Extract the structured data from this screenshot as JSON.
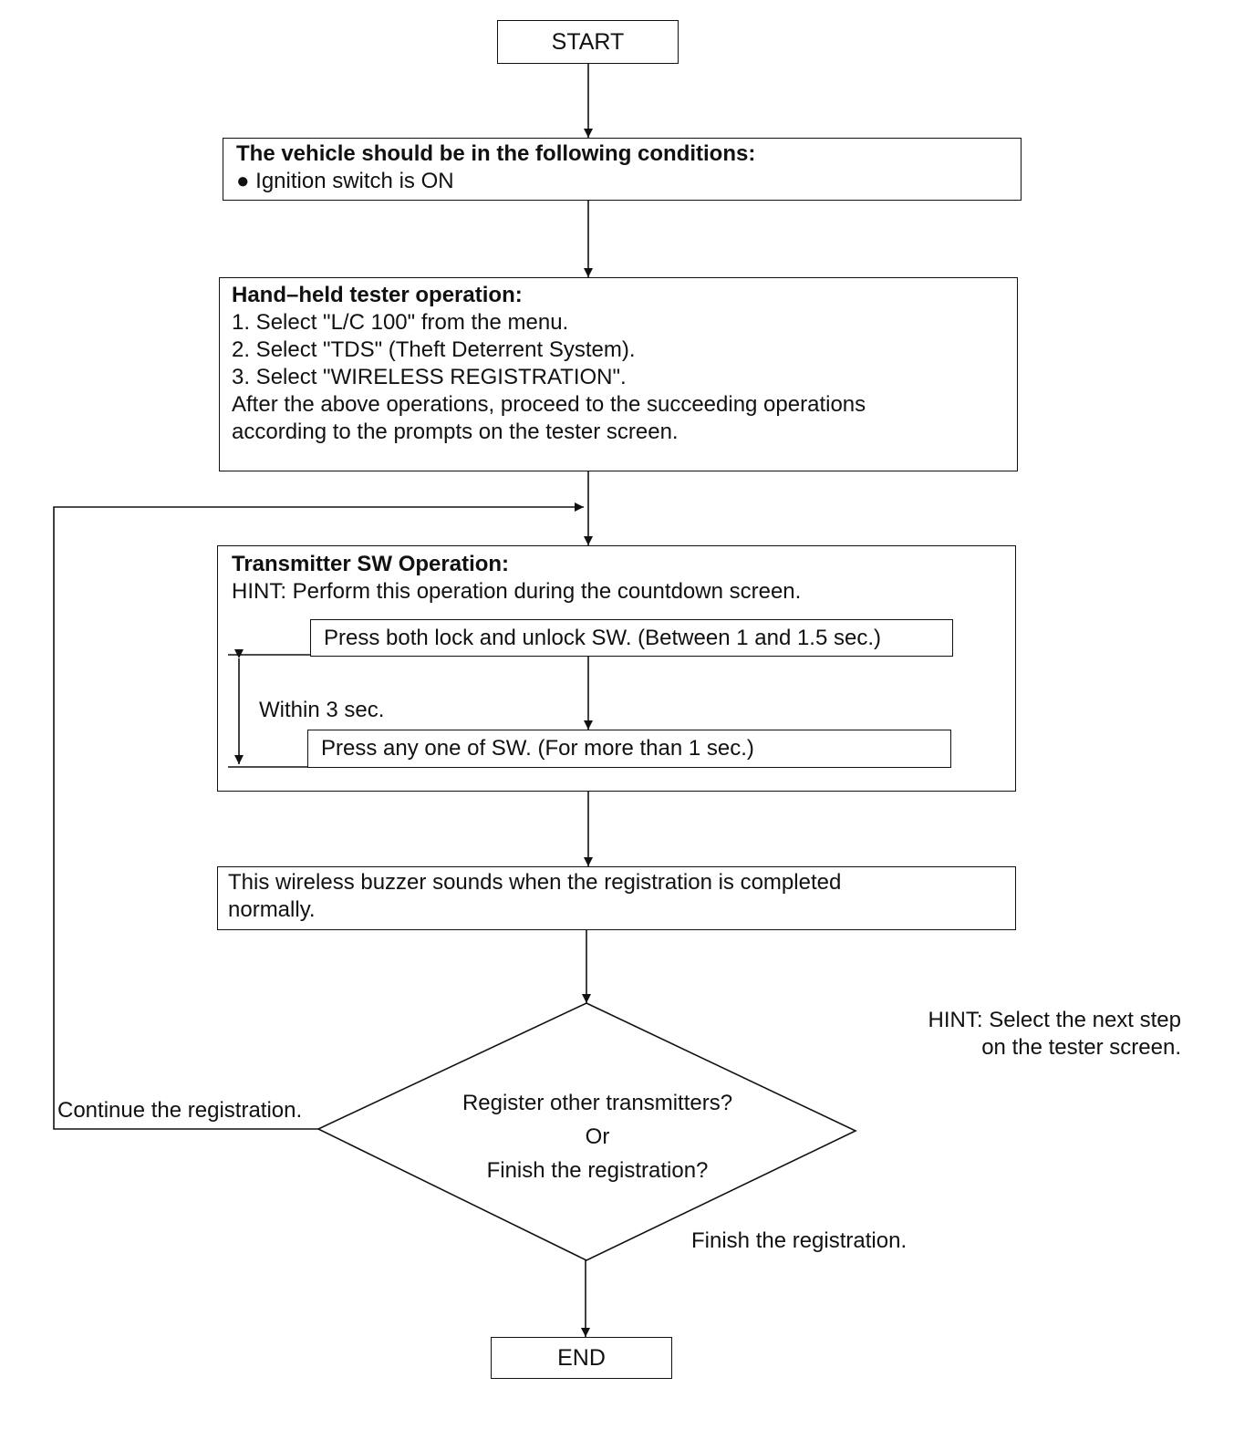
{
  "start_label": "START",
  "end_label": "END",
  "conditions": {
    "heading": "The vehicle should be in the following conditions:",
    "bullet": "● Ignition switch is ON"
  },
  "tester": {
    "heading": "Hand–held tester operation:",
    "lines": [
      "1. Select \"L/C 100\" from the menu.",
      "2. Select \"TDS\" (Theft Deterrent System).",
      "3. Select \"WIRELESS REGISTRATION\".",
      "After the above operations, proceed to the succeeding operations",
      "according to the prompts on the tester screen."
    ]
  },
  "transmitter": {
    "heading": "Transmitter SW Operation:",
    "hint": "HINT: Perform this operation during the countdown screen.",
    "step1": "Press both lock and unlock SW. (Between 1 and 1.5 sec.)",
    "step2": "Press any one of SW. (For more than 1 sec.)",
    "interval": "Within 3 sec."
  },
  "buzzer": {
    "lines": [
      "This wireless buzzer sounds when the registration is completed",
      "normally."
    ]
  },
  "decision": {
    "lines": [
      "Register other transmitters?",
      "Or",
      "Finish the registration?"
    ],
    "continue_label": "Continue the registration.",
    "finish_label": "Finish the registration.",
    "hint_lines": [
      "HINT: Select the next step",
      "on the tester screen."
    ]
  }
}
